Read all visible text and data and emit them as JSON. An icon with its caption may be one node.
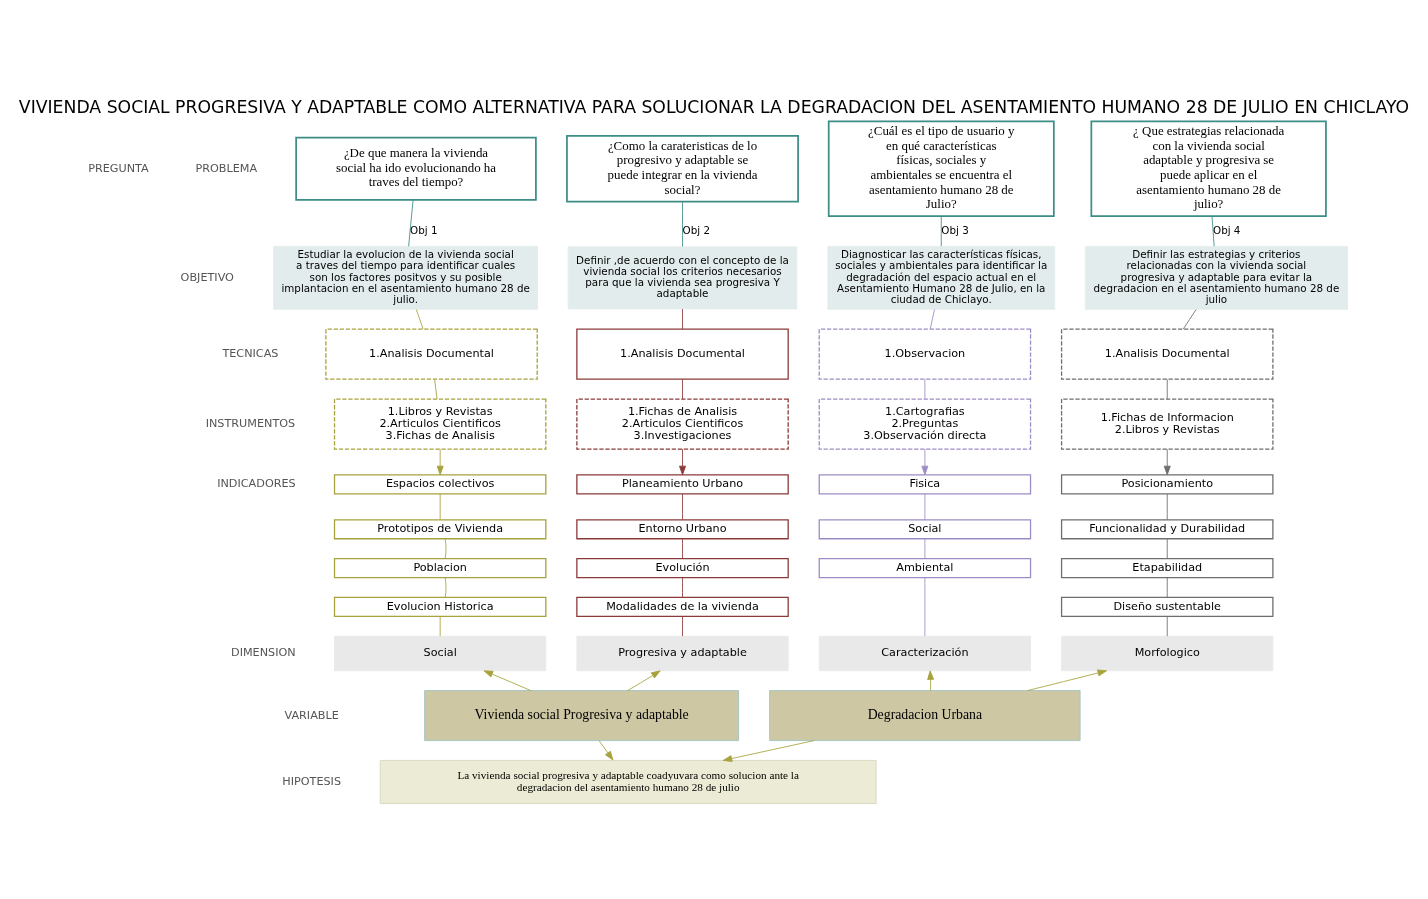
{
  "diagram": {
    "title": "VIVIENDA SOCIAL PROGRESIVA Y ADAPTABLE COMO ALTERNATIVA PARA SOLUCIONAR LA DEGRADACION DEL ASENTAMIENTO HUMANO 28 DE JULIO EN CHICLAYO",
    "nodes": [
      {
        "text": [
          "¿De que manera la vivienda social ha ido evolucionando ha traves del tiempo?"
        ]
      },
      {
        "text": [
          "Estudiar la evolucion de la vivienda social a traves del tiempo para identificar cuales son los factores positvos y su posible implantacion en el asentamiento humano 28 de julio."
        ]
      },
      {
        "text": [
          "1.Analisis Documental"
        ]
      },
      {
        "text": [
          "1.Libros y Revistas",
          "2.Articulos Cientificos",
          "3.Fichas de Analisis"
        ]
      },
      {
        "text": [
          "Espacios colectivos"
        ]
      },
      {
        "text": [
          "Prototipos de Vivienda"
        ]
      },
      {
        "text": [
          "Poblacion"
        ]
      },
      {
        "text": [
          "Evolucion Historica"
        ]
      },
      {
        "text": [
          "Social"
        ]
      },
      {
        "text": [
          "¿Como la carateristicas de lo progresivo y adaptable se puede integrar en la vivienda social?"
        ]
      },
      {
        "text": [
          "Definir ,de acuerdo con el concepto de la vivienda social los criterios necesarios para que la vivienda sea progresiva Y adaptable"
        ]
      },
      {
        "text": [
          "1.Analisis Documental"
        ]
      },
      {
        "text": [
          "1.Fichas de Analisis",
          "2.Articulos Cientificos",
          "3.Investigaciones"
        ]
      },
      {
        "text": [
          "Planeamiento Urbano"
        ]
      },
      {
        "text": [
          "Entorno Urbano"
        ]
      },
      {
        "text": [
          "Evolución"
        ]
      },
      {
        "text": [
          "Modalidades de la vivienda"
        ]
      },
      {
        "text": [
          "Progresiva y adaptable"
        ]
      },
      {
        "text": [
          "¿Cuál es el tipo de usuario y en qué características físicas, sociales y ambientales se encuentra el asentamiento humano 28 de Julio?"
        ]
      },
      {
        "text": [
          "Diagnosticar las características físicas, sociales y ambientales para identificar la degradación del espacio actual en el Asentamiento Humano 28 de Julio, en la ciudad de Chiclayo."
        ]
      },
      {
        "text": [
          "1.Observacion"
        ]
      },
      {
        "text": [
          "1.Cartografias",
          "2.Preguntas",
          "3.Observación directa"
        ]
      },
      {
        "text": [
          "Fisica"
        ]
      },
      {
        "text": [
          "Social"
        ]
      },
      {
        "text": [
          "Ambiental"
        ]
      },
      {
        "text": [
          "Caracterización"
        ]
      },
      {
        "text": [
          "¿ Que estrategias relacionada con la vivienda social adaptable y progresiva se puede aplicar en el asentamiento humano 28 de julio?"
        ]
      },
      {
        "text": [
          "Definir las estrategias y criterios relacionadas con la vivienda social progresiva y adaptable para evitar la degradacion en el asentamiento humano 28 de julio"
        ]
      },
      {
        "text": [
          "1.Analisis Documental"
        ]
      },
      {
        "text": [
          "1.Fichas de Informacion",
          "2.Libros y Revistas"
        ]
      },
      {
        "text": [
          "Posicionamiento"
        ]
      },
      {
        "text": [
          "Funcionalidad y Durabilidad"
        ]
      },
      {
        "text": [
          "Etapabilidad"
        ]
      },
      {
        "text": [
          "Diseño sustentable"
        ]
      },
      {
        "text": [
          "Morfologico"
        ]
      },
      {
        "text": [
          "Vivienda social Progresiva y adaptable"
        ]
      },
      {
        "text": [
          "Degradacion Urbana"
        ]
      },
      {
        "text": [
          "La vivienda social progresiva y adaptable coadyuvara como solucion ante la degradacion del asentamiento humano 28 de julio"
        ]
      }
    ],
    "edges": [
      {
        "from": 0,
        "to": 1,
        "arrow": "none",
        "label": "Obj 1",
        "color": "#3d8c85"
      },
      {
        "from": 1,
        "to": 2,
        "arrow": "none",
        "color": "#a8a23c"
      },
      {
        "from": 2,
        "to": 3,
        "arrow": "none",
        "color": "#a8a23c"
      },
      {
        "from": 3,
        "to": 4,
        "arrow": "to",
        "color": "#a8a23c"
      },
      {
        "from": 4,
        "to": 5,
        "arrow": "none",
        "color": "#a8a23c"
      },
      {
        "from": 5,
        "to": 6,
        "arrow": "none",
        "color": "#a8a23c"
      },
      {
        "from": 6,
        "to": 7,
        "arrow": "none",
        "color": "#a8a23c"
      },
      {
        "from": 7,
        "to": 8,
        "arrow": "none",
        "color": "#a8a23c"
      },
      {
        "from": 9,
        "to": 10,
        "arrow": "none",
        "label": "Obj 2",
        "color": "#3d8c85"
      },
      {
        "from": 10,
        "to": 11,
        "arrow": "none",
        "color": "#8b3a3a"
      },
      {
        "from": 11,
        "to": 12,
        "arrow": "none",
        "color": "#8b3a3a"
      },
      {
        "from": 12,
        "to": 13,
        "arrow": "to",
        "color": "#8b3a3a"
      },
      {
        "from": 13,
        "to": 14,
        "arrow": "none",
        "color": "#8b3a3a"
      },
      {
        "from": 14,
        "to": 15,
        "arrow": "none",
        "color": "#8b3a3a"
      },
      {
        "from": 15,
        "to": 16,
        "arrow": "none",
        "color": "#8b3a3a"
      },
      {
        "from": 16,
        "to": 17,
        "arrow": "none",
        "color": "#8b3a3a"
      },
      {
        "from": 18,
        "to": 19,
        "arrow": "none",
        "label": "Obj 3",
        "color": "#3d8c85"
      },
      {
        "from": 19,
        "to": 20,
        "arrow": "none",
        "color": "#9d8cc4"
      },
      {
        "from": 20,
        "to": 21,
        "arrow": "none",
        "color": "#9d8cc4"
      },
      {
        "from": 21,
        "to": 22,
        "arrow": "to",
        "color": "#9d8cc4"
      },
      {
        "from": 22,
        "to": 23,
        "arrow": "none",
        "color": "#9d8cc4"
      },
      {
        "from": 23,
        "to": 24,
        "arrow": "none",
        "color": "#9d8cc4"
      },
      {
        "from": 24,
        "to": 25,
        "arrow": "none",
        "color": "#9d8cc4"
      },
      {
        "from": 26,
        "to": 27,
        "arrow": "none",
        "label": "Obj 4",
        "color": "#3d8c85"
      },
      {
        "from": 27,
        "to": 28,
        "arrow": "none",
        "color": "#6e6e6e"
      },
      {
        "from": 28,
        "to": 29,
        "arrow": "none",
        "color": "#6e6e6e"
      },
      {
        "from": 29,
        "to": 30,
        "arrow": "to",
        "color": "#6e6e6e"
      },
      {
        "from": 30,
        "to": 31,
        "arrow": "none",
        "color": "#6e6e6e"
      },
      {
        "from": 31,
        "to": 32,
        "arrow": "none",
        "color": "#6e6e6e"
      },
      {
        "from": 32,
        "to": 33,
        "arrow": "none",
        "color": "#6e6e6e"
      },
      {
        "from": 33,
        "to": 34,
        "arrow": "none",
        "color": "#6e6e6e"
      },
      {
        "from": 35,
        "to": 8,
        "arrow": "to",
        "color": "#a8a23c"
      },
      {
        "from": 35,
        "to": 17,
        "arrow": "to",
        "color": "#a8a23c"
      },
      {
        "from": 36,
        "to": 25,
        "arrow": "to",
        "color": "#a8a23c"
      },
      {
        "from": 36,
        "to": 34,
        "arrow": "to",
        "color": "#a8a23c"
      },
      {
        "from": 35,
        "to": 37,
        "arrow": "to",
        "color": "#a8a23c"
      },
      {
        "from": 36,
        "to": 37,
        "arrow": "to",
        "color": "#a8a23c"
      }
    ],
    "labels": [
      "PREGUNTA",
      "PROBLEMA",
      "OBJETIVO",
      "TECNICAS",
      "INSTRUMENTOS",
      "INDICADORES",
      "DIMENSION",
      "VARIABLE",
      "HIPOTESIS"
    ]
  }
}
